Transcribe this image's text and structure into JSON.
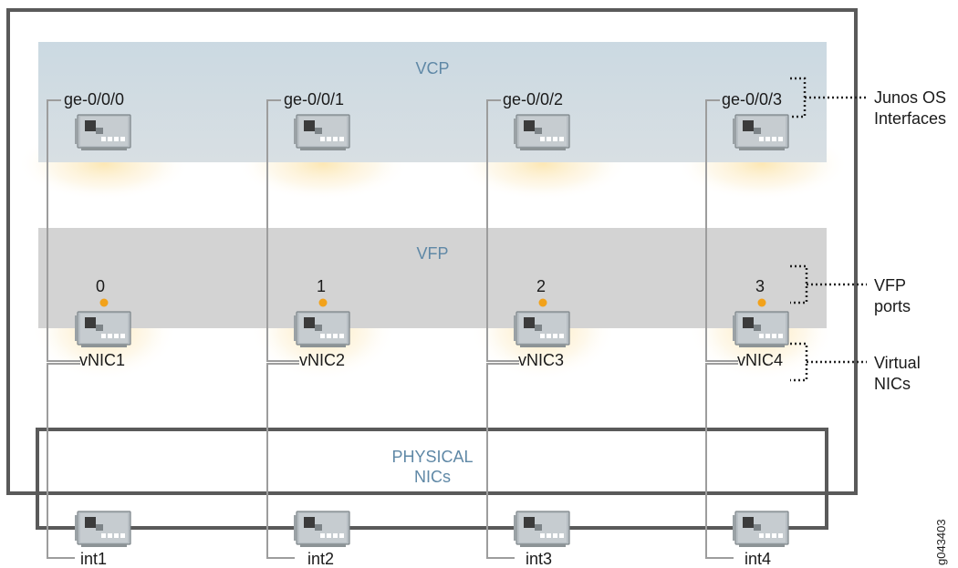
{
  "sections": {
    "vcp": "VCP",
    "vfp": "VFP",
    "physical_line1": "PHYSICAL",
    "physical_line2": "NICs"
  },
  "vcp_interfaces": [
    "ge-0/0/0",
    "ge-0/0/1",
    "ge-0/0/2",
    "ge-0/0/3"
  ],
  "vfp_ports": [
    "0",
    "1",
    "2",
    "3"
  ],
  "vnics": [
    "vNIC1",
    "vNIC2",
    "vNIC3",
    "vNIC4"
  ],
  "physical_interfaces": [
    "int1",
    "int2",
    "int3",
    "int4"
  ],
  "annotations": {
    "junos_line1": "Junos OS",
    "junos_line2": "Interfaces",
    "vfp_line1": "VFP",
    "vfp_line2": "ports",
    "virtual_line1": "Virtual",
    "virtual_line2": "NICs"
  },
  "figure_id": "g043403",
  "colors": {
    "section_label": "#5f88a6",
    "vcp_band": "#cdd9e0",
    "vfp_band": "#d2d2d2",
    "port_dot": "#f2a21b",
    "frame": "#5a5a5a"
  }
}
